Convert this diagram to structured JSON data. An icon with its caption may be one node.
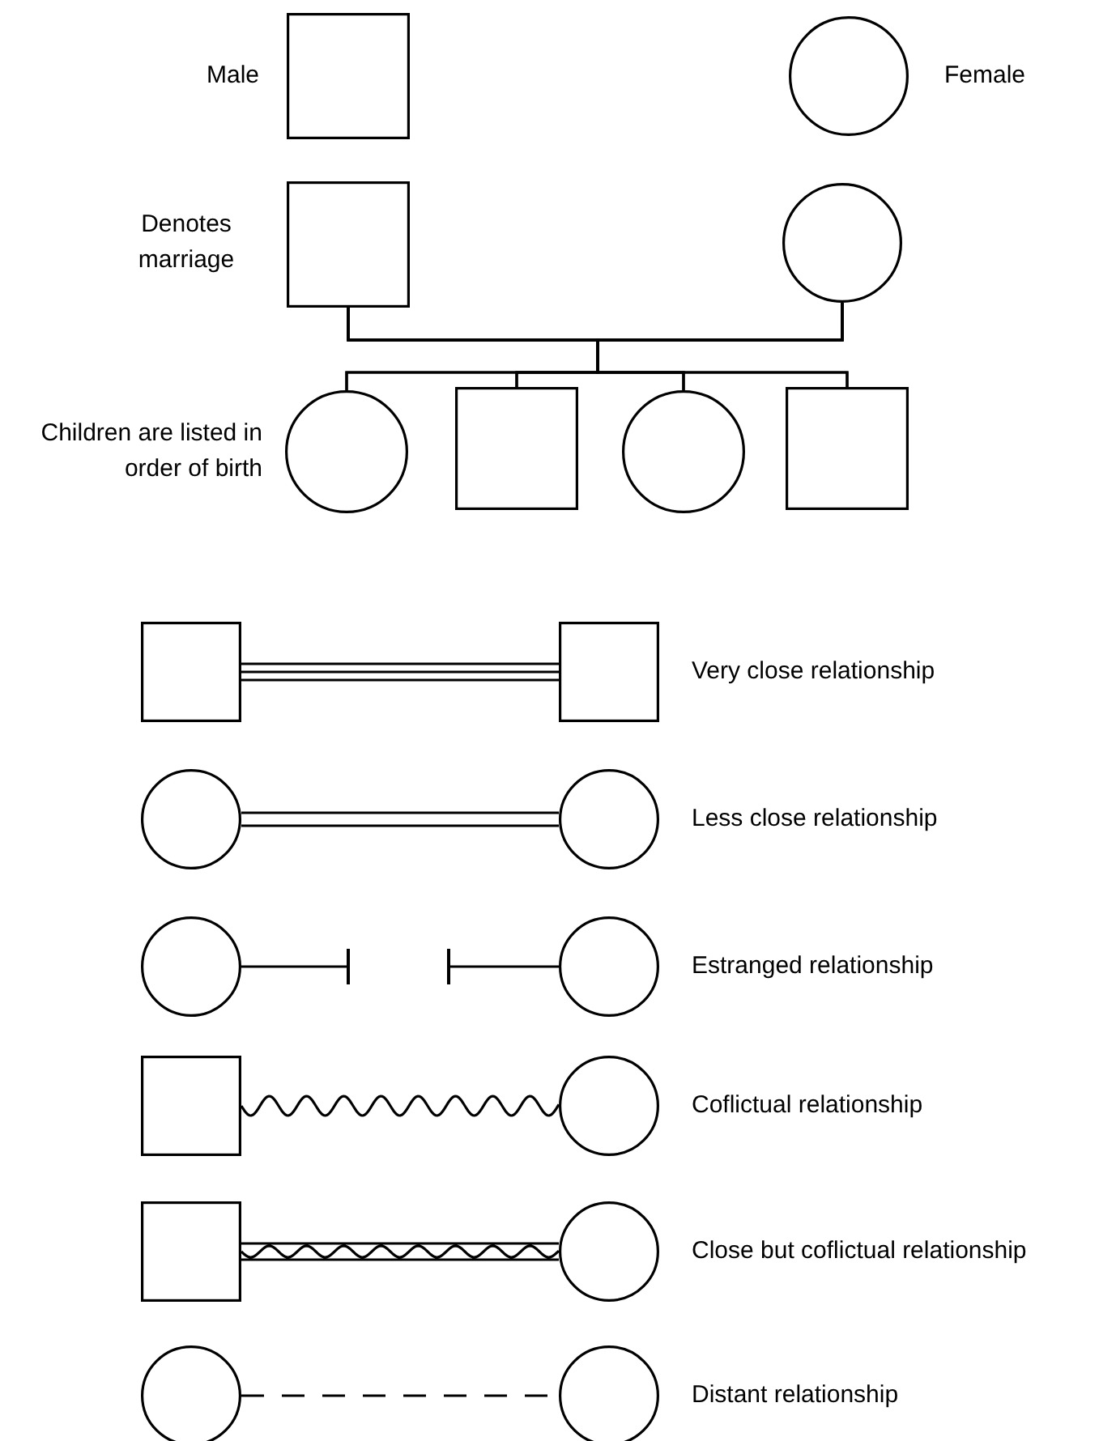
{
  "diagram": {
    "nodes": [
      {
        "text": [],
        "shape": "box",
        "beside": [
          "Male"
        ]
      },
      {
        "text": [],
        "shape": "circle",
        "beside": [
          "Female"
        ]
      },
      {
        "text": [],
        "shape": "box",
        "beside": [
          "Denotes marriage"
        ]
      },
      {
        "text": [],
        "shape": "circle"
      },
      {
        "text": [],
        "shape": "circle",
        "beside": [
          "Children are listed in order of birth"
        ]
      },
      {
        "text": [],
        "shape": "box"
      },
      {
        "text": [],
        "shape": "circle"
      },
      {
        "text": [],
        "shape": "box"
      },
      {
        "text": [],
        "shape": "box"
      },
      {
        "text": [],
        "shape": "box",
        "beside": [
          "Very close relationship"
        ]
      },
      {
        "text": [],
        "shape": "circle"
      },
      {
        "text": [],
        "shape": "circle",
        "beside": [
          "Less close relationship"
        ]
      },
      {
        "text": [],
        "shape": "circle"
      },
      {
        "text": [],
        "shape": "circle",
        "beside": [
          "Estranged relationship"
        ]
      },
      {
        "text": [],
        "shape": "box"
      },
      {
        "text": [],
        "shape": "circle",
        "beside": [
          "Coflictual relationship"
        ]
      },
      {
        "text": [],
        "shape": "box"
      },
      {
        "text": [],
        "shape": "circle",
        "beside": [
          "Close but coflictual relationship"
        ]
      },
      {
        "text": [],
        "shape": "circle"
      },
      {
        "text": [],
        "shape": "circle",
        "beside": [
          "Distant relationship"
        ]
      }
    ],
    "edges": [
      {
        "from": 2,
        "to": 3,
        "arrow": "none"
      },
      {
        "from": 2,
        "to": 4,
        "arrow": "none"
      },
      {
        "from": 2,
        "to": 5,
        "arrow": "none"
      },
      {
        "from": 2,
        "to": 6,
        "arrow": "none"
      },
      {
        "from": 2,
        "to": 7,
        "arrow": "none"
      },
      {
        "from": 3,
        "to": 4,
        "arrow": "none"
      },
      {
        "from": 3,
        "to": 5,
        "arrow": "none"
      },
      {
        "from": 3,
        "to": 6,
        "arrow": "none"
      },
      {
        "from": 3,
        "to": 7,
        "arrow": "none"
      },
      {
        "from": 8,
        "to": 9,
        "arrow": "none"
      },
      {
        "from": 10,
        "to": 11,
        "arrow": "none"
      },
      {
        "from": 12,
        "to": null,
        "arrow": "other"
      },
      {
        "from": 13,
        "to": null,
        "arrow": "other"
      },
      {
        "from": 14,
        "to": 15,
        "arrow": "none"
      },
      {
        "from": 16,
        "to": 17,
        "arrow": "none"
      },
      {
        "from": 18,
        "to": 19,
        "arrow": "none",
        "style": "dashed"
      }
    ]
  }
}
